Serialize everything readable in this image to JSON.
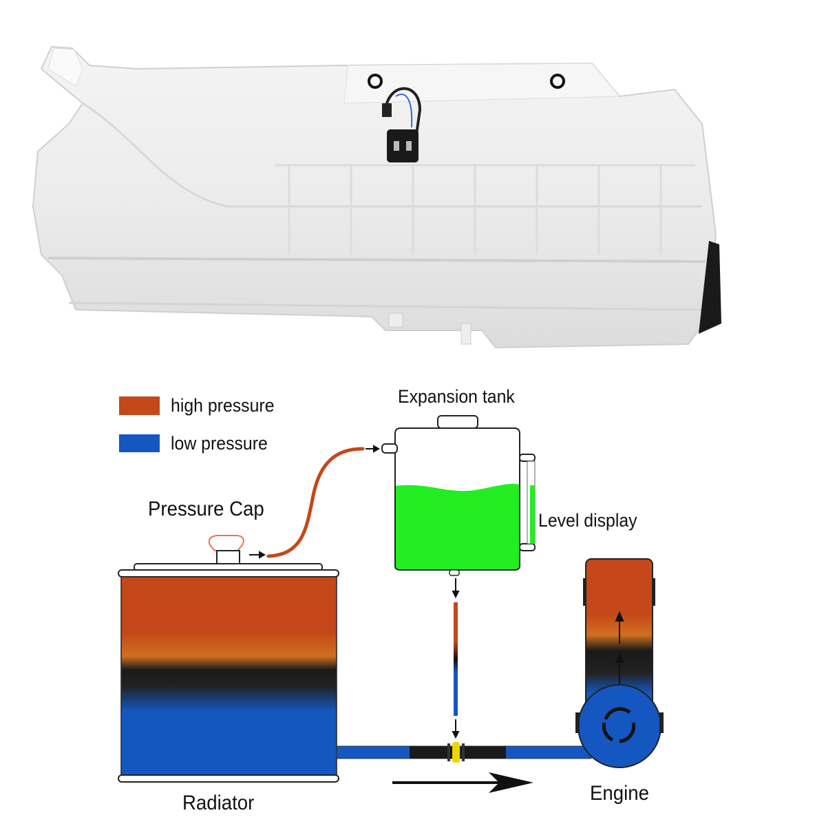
{
  "legend": [
    {
      "label": "high pressure",
      "color": "#c4481a"
    },
    {
      "label": "low pressure",
      "color": "#1557c0"
    }
  ],
  "labels": {
    "expansion_tank": "Expansion tank",
    "pressure_cap": "Pressure Cap",
    "level_display": "Level display",
    "radiator": "Radiator",
    "engine": "Engine"
  },
  "colors": {
    "high": "#c4481a",
    "low": "#1557c0",
    "coolant": "#22ee22",
    "cap": "#f07050",
    "valve": "#e8d800"
  }
}
